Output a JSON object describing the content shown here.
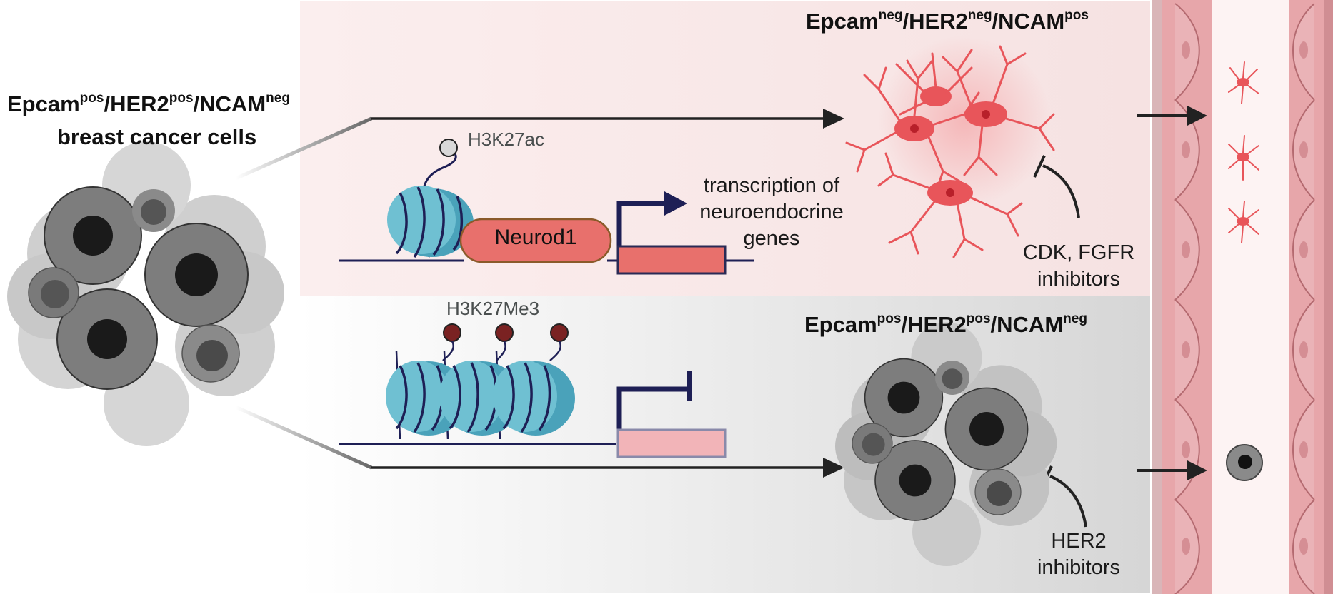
{
  "source_population": {
    "label_base": [
      "Epcam",
      "/HER2",
      "/NCAM"
    ],
    "label_sup": [
      "pos",
      "pos",
      "neg"
    ],
    "label_line2": "breast cancer cells"
  },
  "neuroendocrine_state": {
    "label_base": [
      "Epcam",
      "/HER2",
      "/NCAM"
    ],
    "label_sup": [
      "neg",
      "neg",
      "pos"
    ],
    "histone_mark": "H3K27ac",
    "transcription_factor": "Neurod1",
    "outcome_lines": [
      "transcription of",
      "neuroendocrine",
      "genes"
    ],
    "inhibitor_lines": [
      "CDK, FGFR",
      "inhibitors"
    ]
  },
  "epithelial_state": {
    "label_base": [
      "Epcam",
      "/HER2",
      "/NCAM"
    ],
    "label_sup": [
      "pos",
      "pos",
      "neg"
    ],
    "histone_mark": "H3K27Me3",
    "inhibitor_lines": [
      "HER2",
      "inhibitors"
    ]
  },
  "colors": {
    "top_panel": "#f8e6e6",
    "bottom_panel": "#e2e2e2",
    "nucleosome": "#5fb8cc",
    "dna": "#1e1f55",
    "neurod1_fill": "#e8706c",
    "gene_active": "#e8706c",
    "gene_silent": "#f2b4b8",
    "active_mark": "#d8d8d8",
    "repressive_mark": "#7a2222",
    "neuron": "#e8555a",
    "tumor_cell": "#7a7a7a",
    "vessel_wall": "#e7a6aa"
  }
}
